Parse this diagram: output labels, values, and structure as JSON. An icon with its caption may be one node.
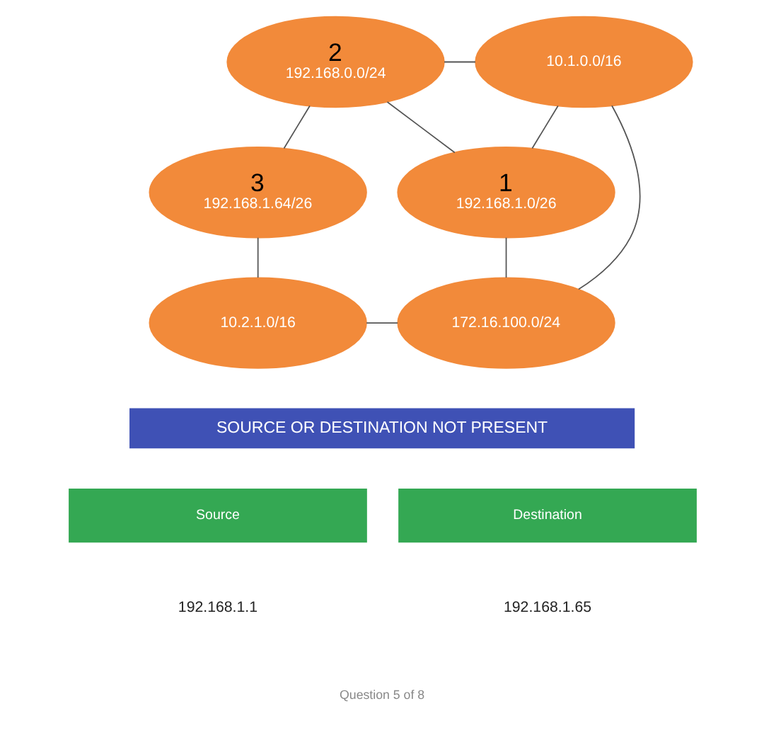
{
  "diagram": {
    "nodes": [
      {
        "text": [
          "2",
          "192.168.0.0/24"
        ]
      },
      {
        "text": [
          "10.1.0.0/16"
        ]
      },
      {
        "text": [
          "3",
          "192.168.1.64/26"
        ]
      },
      {
        "text": [
          "1",
          "192.168.1.0/26"
        ]
      },
      {
        "text": [
          "10.2.1.0/16"
        ]
      },
      {
        "text": [
          "172.16.100.0/24"
        ]
      }
    ],
    "edges": [
      {
        "from": 0,
        "to": 1,
        "arrow": "none"
      },
      {
        "from": 0,
        "to": 2,
        "arrow": "none"
      },
      {
        "from": 0,
        "to": 3,
        "arrow": "none"
      },
      {
        "from": 1,
        "to": 3,
        "arrow": "none"
      },
      {
        "from": 1,
        "to": 5,
        "arrow": "none"
      },
      {
        "from": 2,
        "to": 4,
        "arrow": "none"
      },
      {
        "from": 3,
        "to": 5,
        "arrow": "none"
      },
      {
        "from": 4,
        "to": 5,
        "arrow": "none"
      }
    ],
    "labels": [
      "SOURCE OR DESTINATION NOT PRESENT",
      "Source",
      "Destination",
      "192.168.1.1",
      "192.168.1.65",
      "Question 5 of 8"
    ]
  }
}
